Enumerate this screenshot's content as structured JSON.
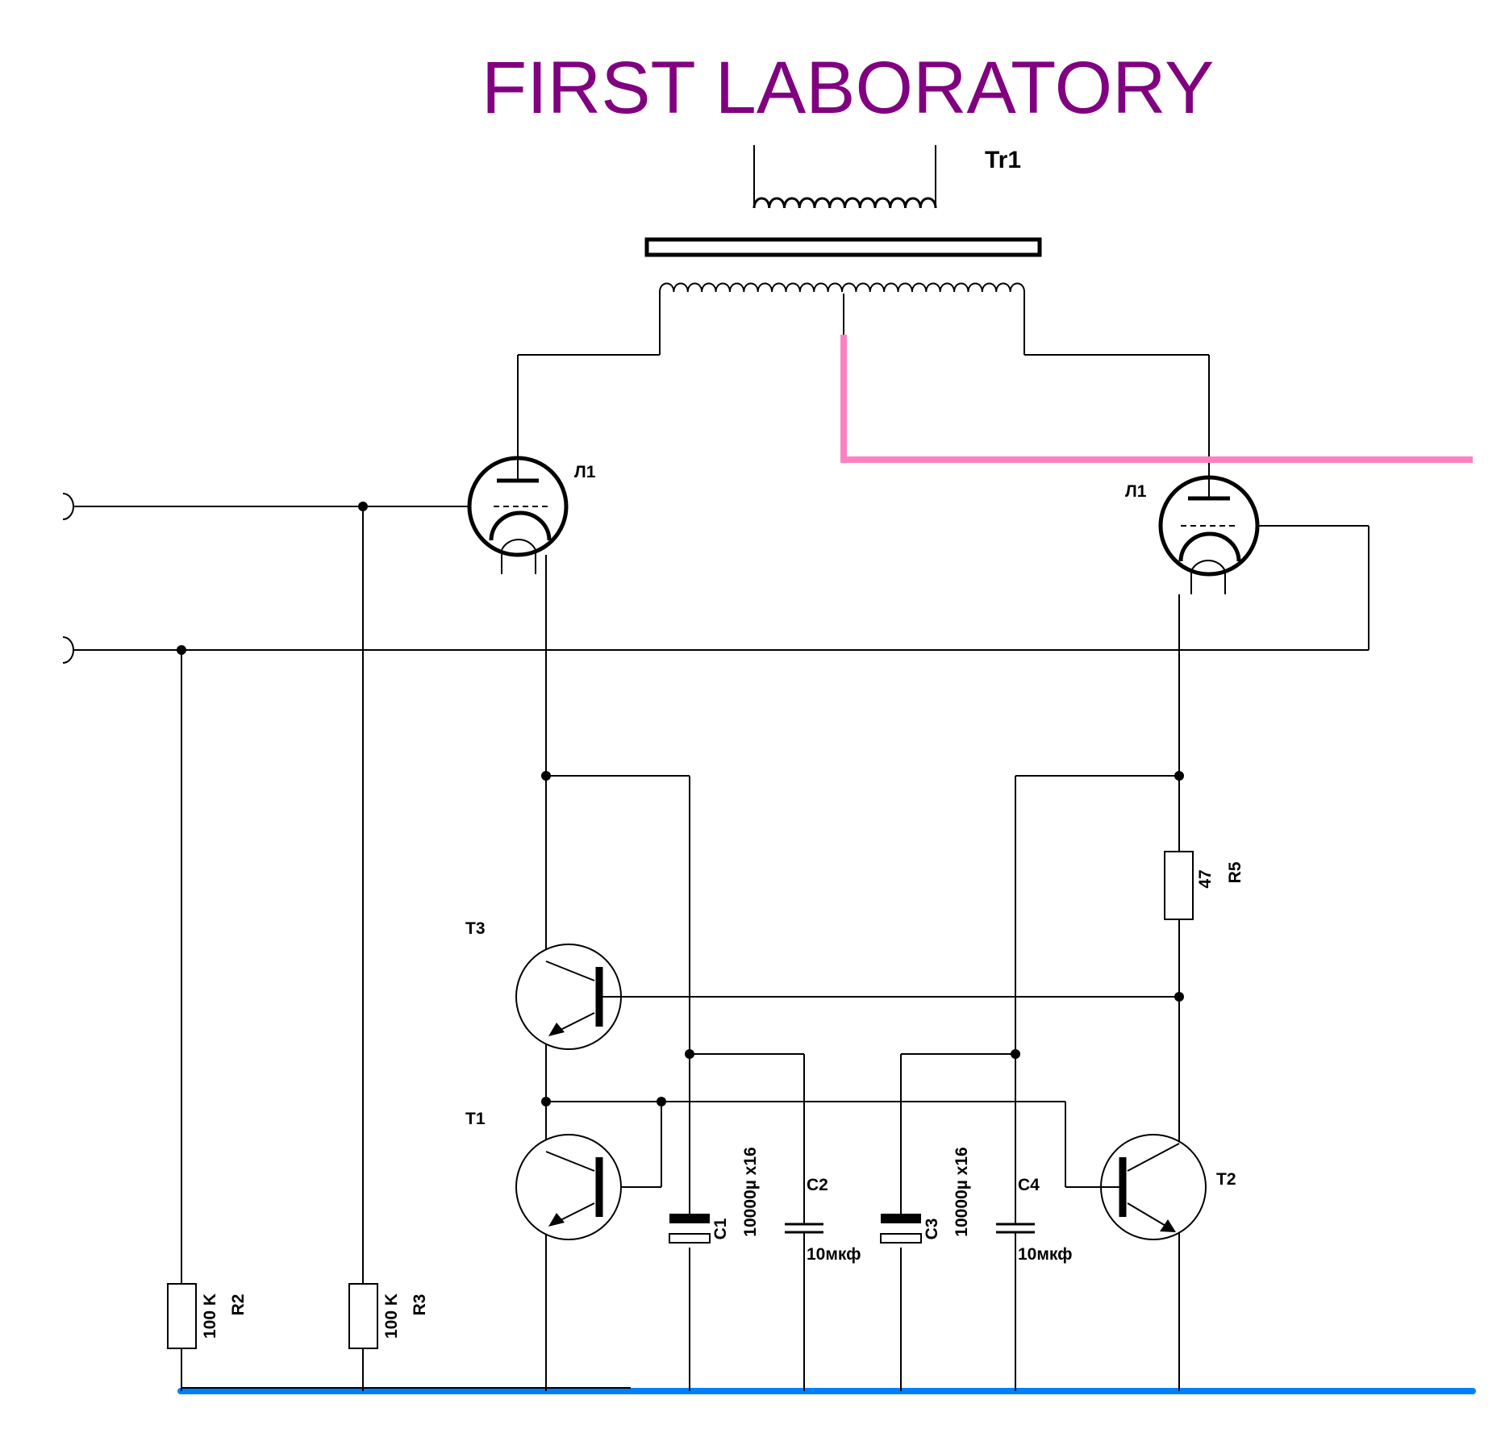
{
  "title": "FIRST LABORATORY",
  "transformer": {
    "label": "Tr1"
  },
  "tubes": [
    {
      "label": "Л1"
    },
    {
      "label": "Л1"
    }
  ],
  "transistors": [
    {
      "label": "T3"
    },
    {
      "label": "T1"
    },
    {
      "label": "T2"
    }
  ],
  "resistors": [
    {
      "ref": "R2",
      "value": "100 K"
    },
    {
      "ref": "R3",
      "value": "100 K"
    },
    {
      "ref": "R5",
      "value": "47"
    }
  ],
  "capacitors": [
    {
      "ref": "C1",
      "value": "10000µ x16"
    },
    {
      "ref": "C2",
      "value": "10мкф"
    },
    {
      "ref": "C3",
      "value": "10000µ x16"
    },
    {
      "ref": "C4",
      "value": "10мкф"
    }
  ],
  "colors": {
    "title": "#800080",
    "positive_rail": "#ff80c0",
    "ground_rail": "#0080ff"
  }
}
